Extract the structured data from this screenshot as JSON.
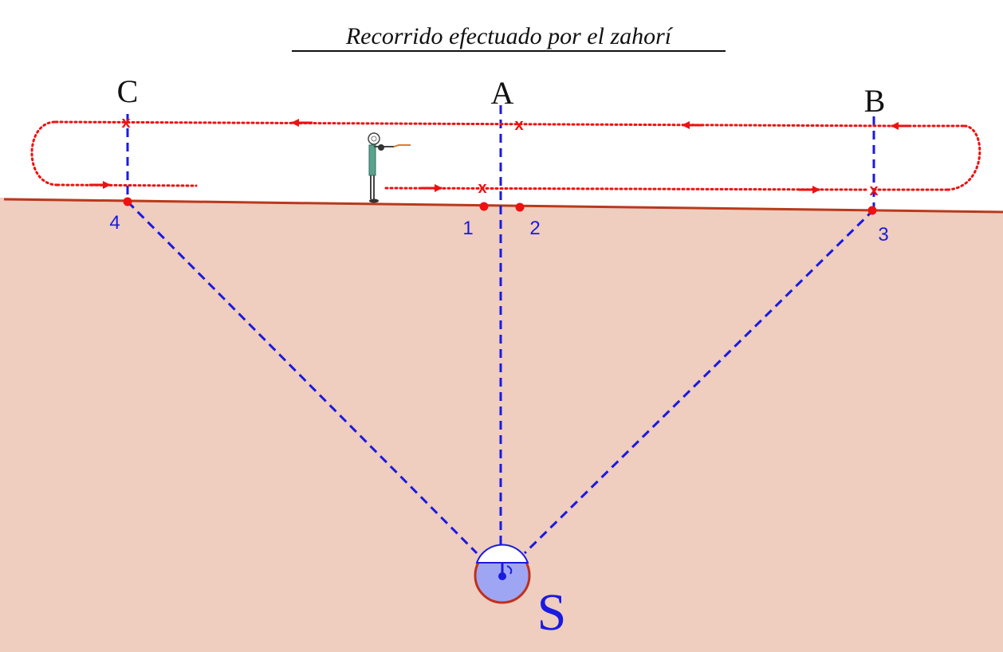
{
  "title": "Recorrido efectuado por el zahorí",
  "labels": {
    "point_a": "A",
    "point_b": "B",
    "point_c": "C",
    "source": "S",
    "marker_1": "1",
    "marker_2": "2",
    "marker_3": "3",
    "marker_4": "4",
    "cross": "x"
  },
  "colors": {
    "ground": "#efcdbf",
    "surface_line": "#b83a1c",
    "path": "#ee1111",
    "guides": "#1a1ae0",
    "source_fill": "#9ea6f4",
    "source_stroke": "#c0301c",
    "text": "#111111"
  },
  "icons": {
    "person": "dowser-figure-icon"
  }
}
